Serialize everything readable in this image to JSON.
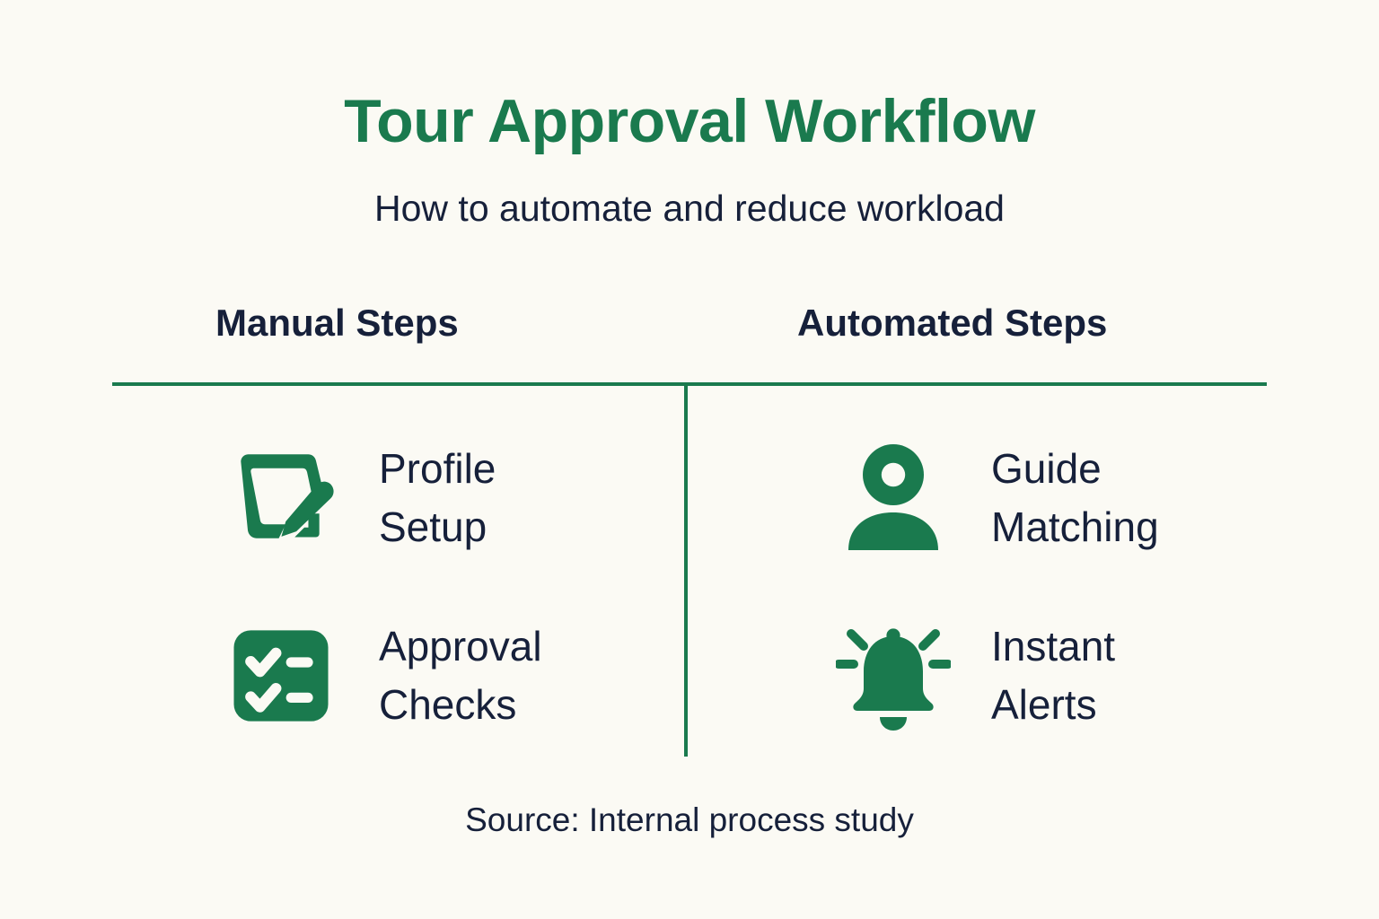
{
  "header": {
    "title": "Tour Approval Workflow",
    "subtitle": "How to automate and reduce workload"
  },
  "colors": {
    "background": "#FBFAF4",
    "accent_green": "#1a7a4e",
    "text_dark": "#16203a"
  },
  "columns": [
    {
      "heading": "Manual Steps",
      "items": [
        {
          "icon": "document-edit-icon",
          "label": "Profile\nSetup"
        },
        {
          "icon": "checklist-icon",
          "label": "Approval\nChecks"
        }
      ]
    },
    {
      "heading": "Automated Steps",
      "items": [
        {
          "icon": "user-icon",
          "label": "Guide\nMatching"
        },
        {
          "icon": "bell-icon",
          "label": "Instant\nAlerts"
        }
      ]
    }
  ],
  "footer": {
    "source": "Source: Internal process study"
  }
}
